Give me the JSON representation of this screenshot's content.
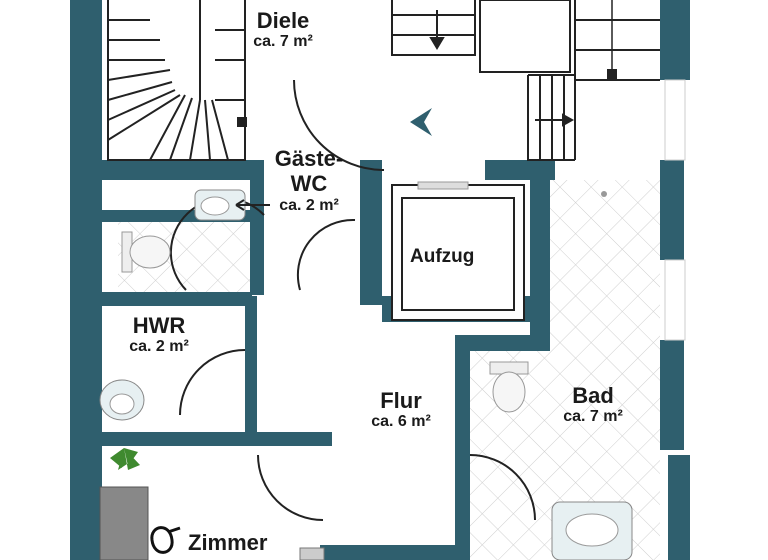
{
  "rooms": {
    "diele": {
      "name": "Diele",
      "area": "ca. 7 m²"
    },
    "gaeste": {
      "name": "Gäste-",
      "name2": "WC",
      "area": "ca. 2 m²"
    },
    "aufzug": {
      "name": "Aufzug"
    },
    "hwr": {
      "name": "HWR",
      "area": "ca. 2 m²"
    },
    "flur": {
      "name": "Flur",
      "area": "ca. 6 m²"
    },
    "bad": {
      "name": "Bad",
      "area": "ca. 7 m²"
    },
    "zimmer": {
      "name": "Zimmer"
    }
  },
  "colors": {
    "wall": "#2f5f6e",
    "tile_line": "#cfcfcf",
    "stair_line": "#222222",
    "floor": "#ffffff"
  },
  "icons": [
    "entry-arrow-icon",
    "stair-direction-arrow-icon",
    "toilet-icon",
    "sink-icon",
    "plant-icon",
    "chair-icon"
  ]
}
